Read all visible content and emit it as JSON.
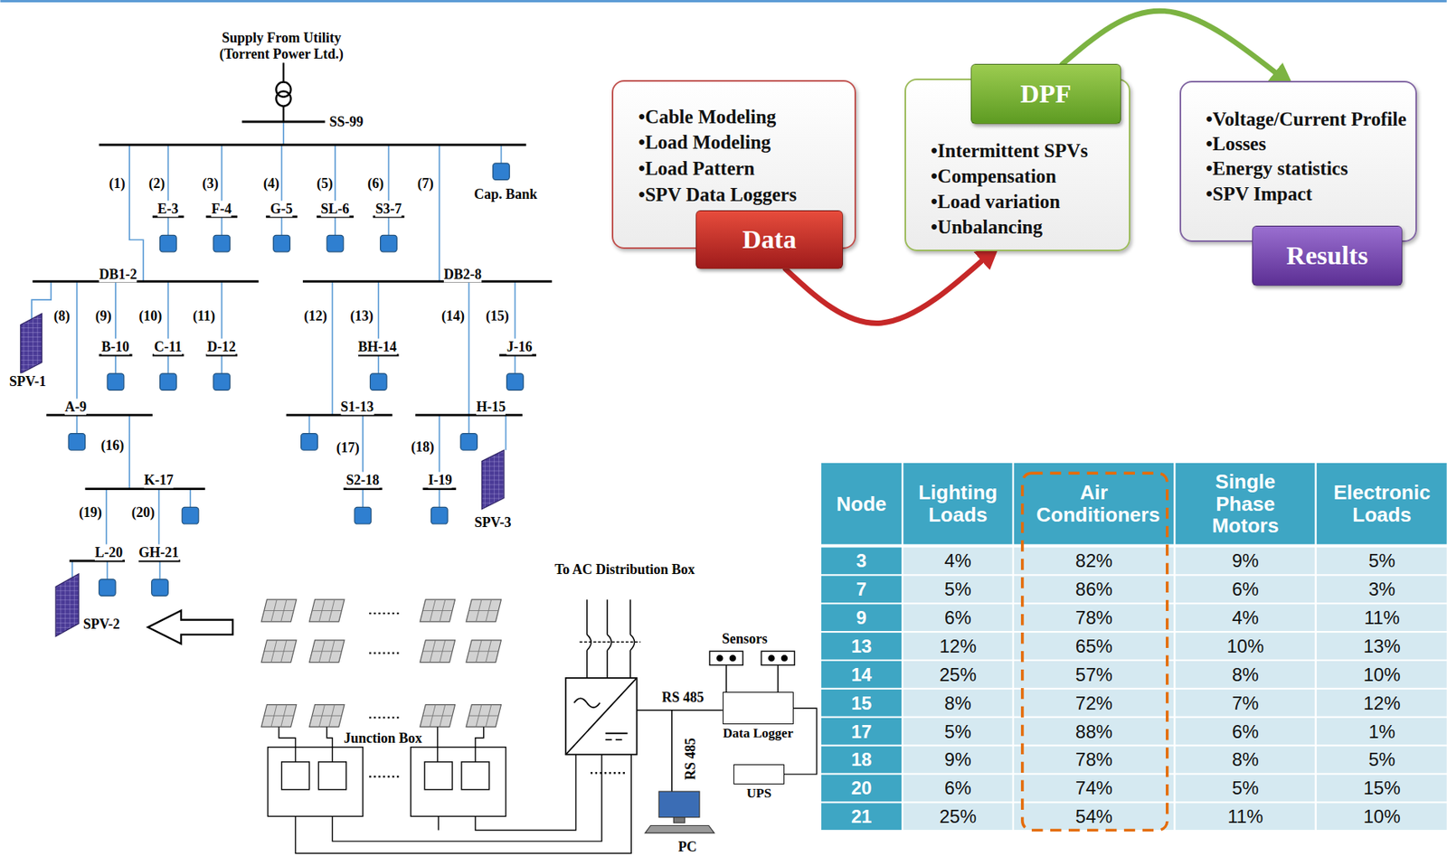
{
  "diagram": {
    "nodes": [
      {
        "text": [
          "Data",
          "•Cable Modeling",
          "•Load Modeling",
          "•Load Pattern",
          "•SPV Data Loggers"
        ]
      },
      {
        "text": [
          "DPF",
          "•Intermittent SPVs",
          "•Compensation",
          "•Load variation",
          "•Unbalancing"
        ]
      },
      {
        "text": [
          "Results",
          "•Voltage/Current Profile",
          "•Losses",
          "•Energy statistics",
          "•SPV Impact"
        ]
      },
      {
        "text": [
          "Data Logger"
        ]
      },
      {
        "text": [
          "UPS"
        ]
      }
    ],
    "edges": [
      {
        "from": 0,
        "to": 1,
        "arrow": "to"
      },
      {
        "from": 1,
        "to": 2,
        "arrow": "to"
      },
      {
        "from": 3,
        "to": 4,
        "arrow": "none"
      }
    ],
    "labels": [
      "Supply From Utility (Torrent Power Ltd.)",
      "SS-99",
      "(1)",
      "(2)",
      "(3)",
      "(4)",
      "(5)",
      "(6)",
      "(7)",
      "E-3",
      "F-4",
      "G-5",
      "SL-6",
      "S3-7",
      "Cap. Bank",
      "DB1-2",
      "DB2-8",
      "(8)",
      "(9)",
      "(10)",
      "(11)",
      "(12)",
      "(13)",
      "(14)",
      "(15)",
      "B-10",
      "C-11",
      "D-12",
      "BH-14",
      "J-16",
      "SPV-1",
      "A-9",
      "S1-13",
      "H-15",
      "(16)",
      "(17)",
      "(18)",
      "K-17",
      "S2-18",
      "I-19",
      "SPV-3",
      "(19)",
      "(20)",
      "L-20",
      "GH-21",
      "SPV-2",
      "To AC Distribution Box",
      "Sensors",
      "RS 485",
      "Junction Box",
      "RS 485",
      "PC",
      "Node",
      "Lighting Loads",
      "Air Conditioners",
      "Single Phase Motors",
      "Electronic Loads",
      "3",
      "4%",
      "82%",
      "9%",
      "5%",
      "7",
      "5%",
      "86%",
      "6%",
      "3%",
      "9",
      "6%",
      "78%",
      "4%",
      "11%",
      "13",
      "12%",
      "65%",
      "10%",
      "13%",
      "14",
      "25%",
      "57%",
      "8%",
      "10%",
      "15",
      "8%",
      "72%",
      "7%",
      "12%",
      "17",
      "5%",
      "88%",
      "6%",
      "1%",
      "18",
      "9%",
      "78%",
      "8%",
      "5%",
      "20",
      "6%",
      "74%",
      "5%",
      "15%",
      "21",
      "25%",
      "54%",
      "11%",
      "10%"
    ]
  }
}
